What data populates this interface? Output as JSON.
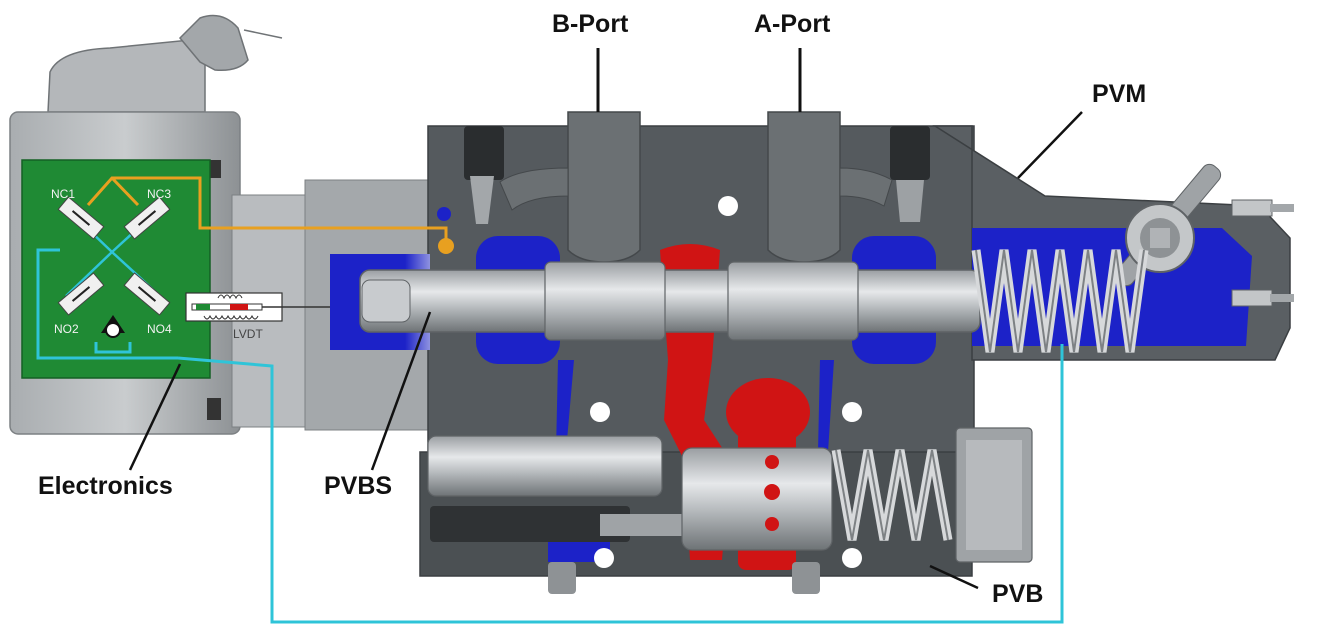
{
  "labels": {
    "b_port": "B-Port",
    "a_port": "A-Port",
    "pvm": "PVM",
    "electronics": "Electronics",
    "pvbs": "PVBS",
    "pvb": "PVB"
  },
  "electronics_board": {
    "valves": [
      "NC1",
      "NC3",
      "NO2",
      "NO4"
    ],
    "sensor": "LVDT"
  },
  "colors": {
    "body_dark": "#555a5e",
    "pressure_red": "#d01414",
    "tank_blue": "#1c22c8",
    "pcb_green": "#1f8a34",
    "signal_orange": "#e8a020",
    "feedback_cyan": "#2fc4d8"
  }
}
